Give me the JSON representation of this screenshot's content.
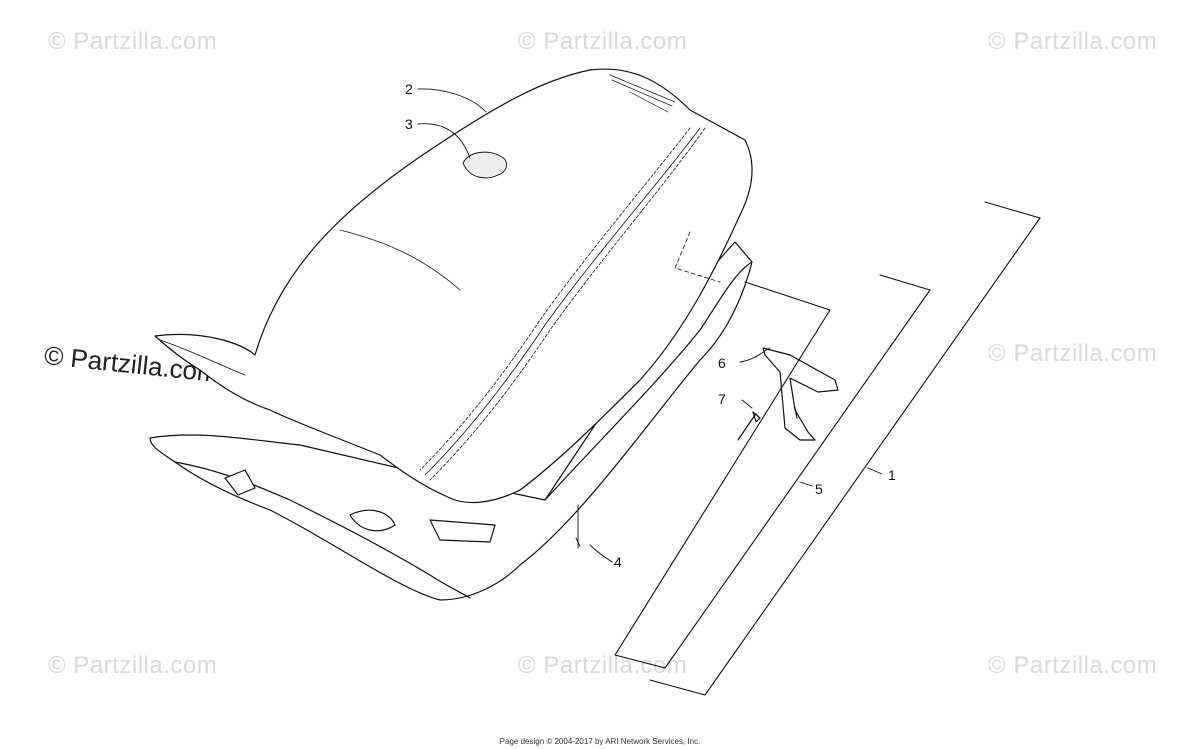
{
  "watermarks": {
    "faint": "© Partzilla.com",
    "main": "© Partzilla.com"
  },
  "callouts": [
    "1",
    "2",
    "3",
    "4",
    "5",
    "6",
    "7"
  ],
  "footer": "Page design © 2004-2017 by ARI Network Services, Inc.",
  "colors": {
    "line": "#111111",
    "watermark": "#d9d9d9"
  }
}
